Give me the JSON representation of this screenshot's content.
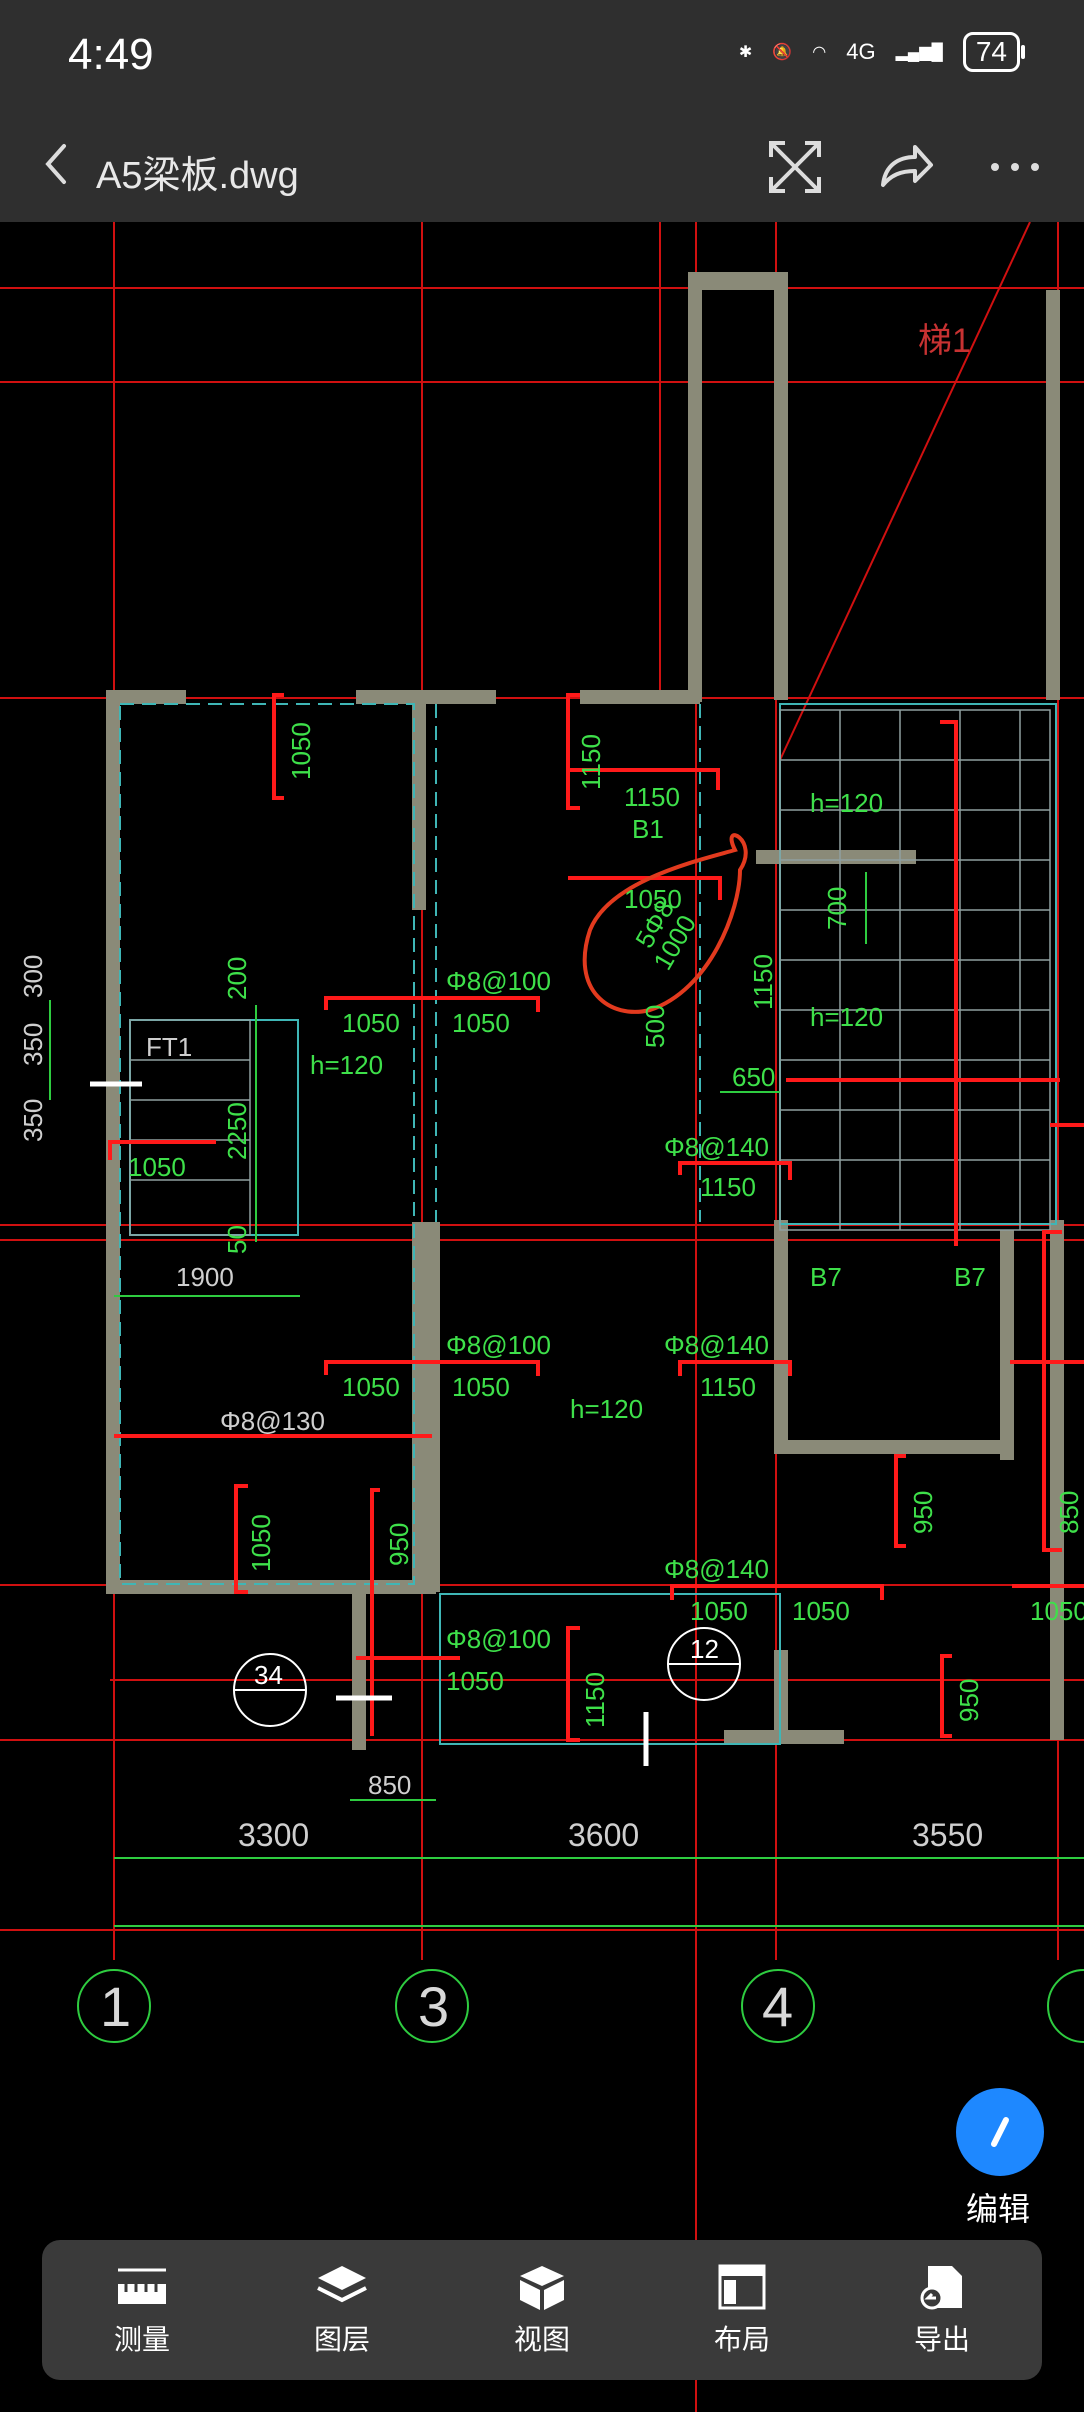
{
  "status_bar": {
    "time": "4:49",
    "network": "4G",
    "battery": "74"
  },
  "title_bar": {
    "file_name": "A5梁板.dwg"
  },
  "drawing": {
    "labels_green": [
      "1050",
      "1150",
      "1150",
      "B1",
      "1050",
      "5Φ8",
      "1000",
      "1150",
      "700",
      "500",
      "650",
      "h=120",
      "h=120",
      "300",
      "350",
      "350",
      "200",
      "2250",
      "50",
      "1050",
      "1900",
      "Φ8@100",
      "1050",
      "1050",
      "h=120",
      "Φ8@140",
      "1150",
      "Φ8@100",
      "1050",
      "1050",
      "h=120",
      "Φ8@140",
      "1150",
      "Φ8@130",
      "1050",
      "950",
      "Φ8@100",
      "1050",
      "1150",
      "Φ8@140",
      "1050",
      "1050",
      "1050",
      "950",
      "850",
      "950",
      "850",
      "B7",
      "B7",
      "FT1",
      "34",
      "12"
    ],
    "dimensions": [
      "3300",
      "3600",
      "3550"
    ],
    "axis_numbers": [
      "1",
      "3",
      "4"
    ],
    "stair_label": "梯1"
  },
  "fab": {
    "label": "编辑"
  },
  "toolbar": {
    "items": [
      {
        "label": "测量"
      },
      {
        "label": "图层"
      },
      {
        "label": "视图"
      },
      {
        "label": "布局"
      },
      {
        "label": "导出"
      }
    ]
  }
}
